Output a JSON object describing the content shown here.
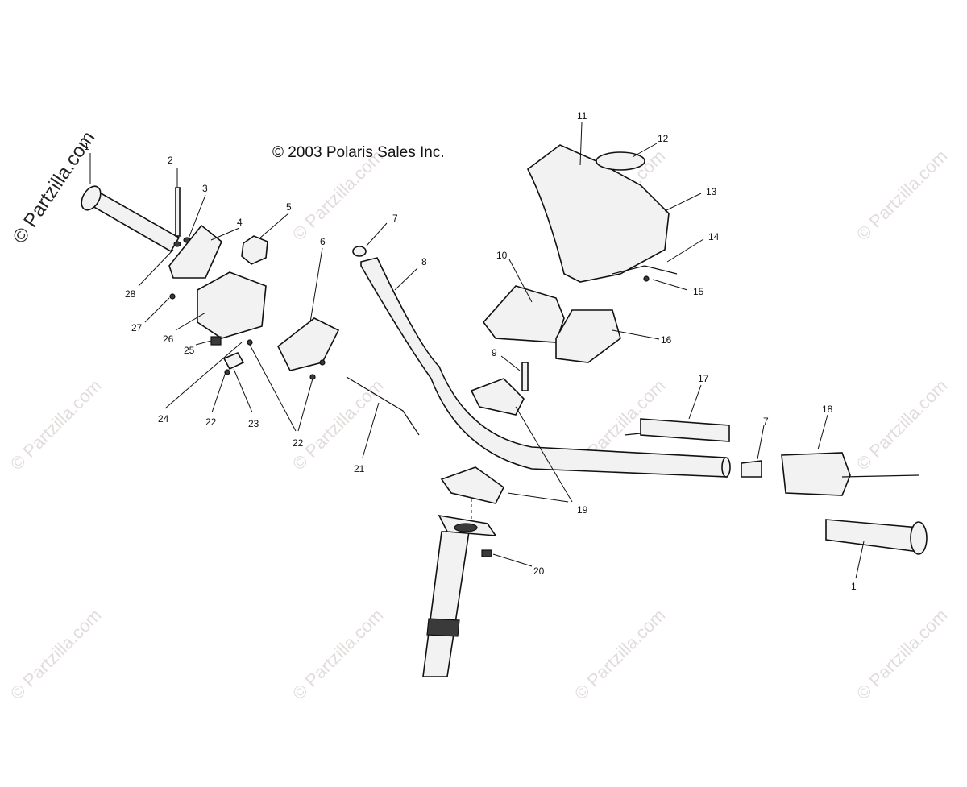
{
  "copyright": "© 2003 Polaris Sales Inc.",
  "watermark": "© Partzilla.com",
  "callouts": {
    "c1a": "1",
    "c1b": "1",
    "c2": "2",
    "c3": "3",
    "c4": "4",
    "c5": "5",
    "c6": "6",
    "c7a": "7",
    "c7b": "7",
    "c8": "8",
    "c9": "9",
    "c10": "10",
    "c11": "11",
    "c12": "12",
    "c13": "13",
    "c14": "14",
    "c15": "15",
    "c16": "16",
    "c17": "17",
    "c18": "18",
    "c19": "19",
    "c20": "20",
    "c21": "21",
    "c22a": "22",
    "c22b": "22",
    "c23": "23",
    "c24": "24",
    "c25": "25",
    "c26": "26",
    "c27": "27",
    "c28": "28"
  }
}
